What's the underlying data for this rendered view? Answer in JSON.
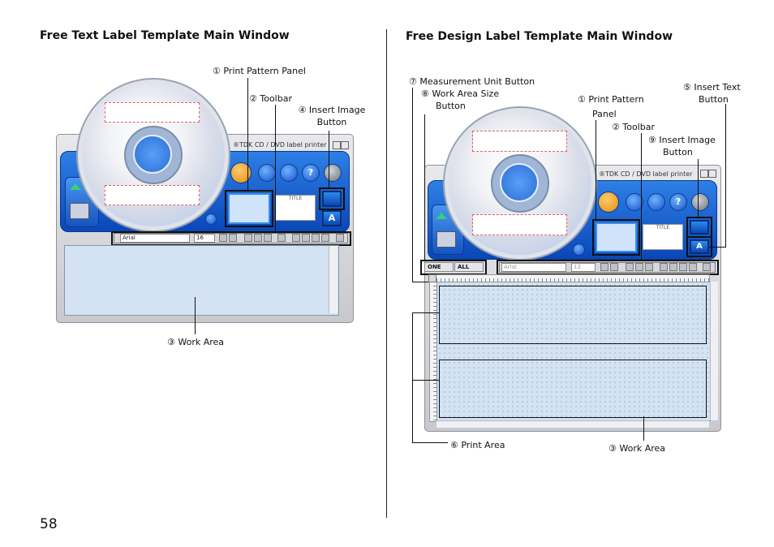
{
  "left": {
    "heading": "Free Text Label Template Main Window",
    "callouts": {
      "print_pattern_panel": "① Print Pattern Panel",
      "toolbar": "② Toolbar",
      "insert_image_1": "④ Insert Image",
      "insert_image_2": "Button",
      "work_area": "③ Work Area"
    },
    "app": {
      "brand": "®TDK  CD / DVD label printer",
      "font_name": "Arial",
      "font_size": "16",
      "title_card": "TITLE"
    }
  },
  "right": {
    "heading": "Free Design Label Template Main Window",
    "callouts": {
      "measurement_unit": "⑦ Measurement Unit Button",
      "work_area_size_1": "⑧ Work Area Size",
      "work_area_size_2": "Button",
      "print_pattern_1": "① Print Pattern",
      "print_pattern_2": "Panel",
      "toolbar": "② Toolbar",
      "insert_image_1": "⑨ Insert Image",
      "insert_image_2": "Button",
      "insert_text_1": "⑤ Insert Text",
      "insert_text_2": "Button",
      "print_area": "⑥ Print Area",
      "work_area": "③ Work Area"
    },
    "app": {
      "brand": "®TDK  CD / DVD label printer",
      "unit_one": "ONE",
      "unit_all": "ALL",
      "font_name": "Arial",
      "font_size": "12",
      "title_card": "TITLE"
    }
  },
  "page_number": "58"
}
